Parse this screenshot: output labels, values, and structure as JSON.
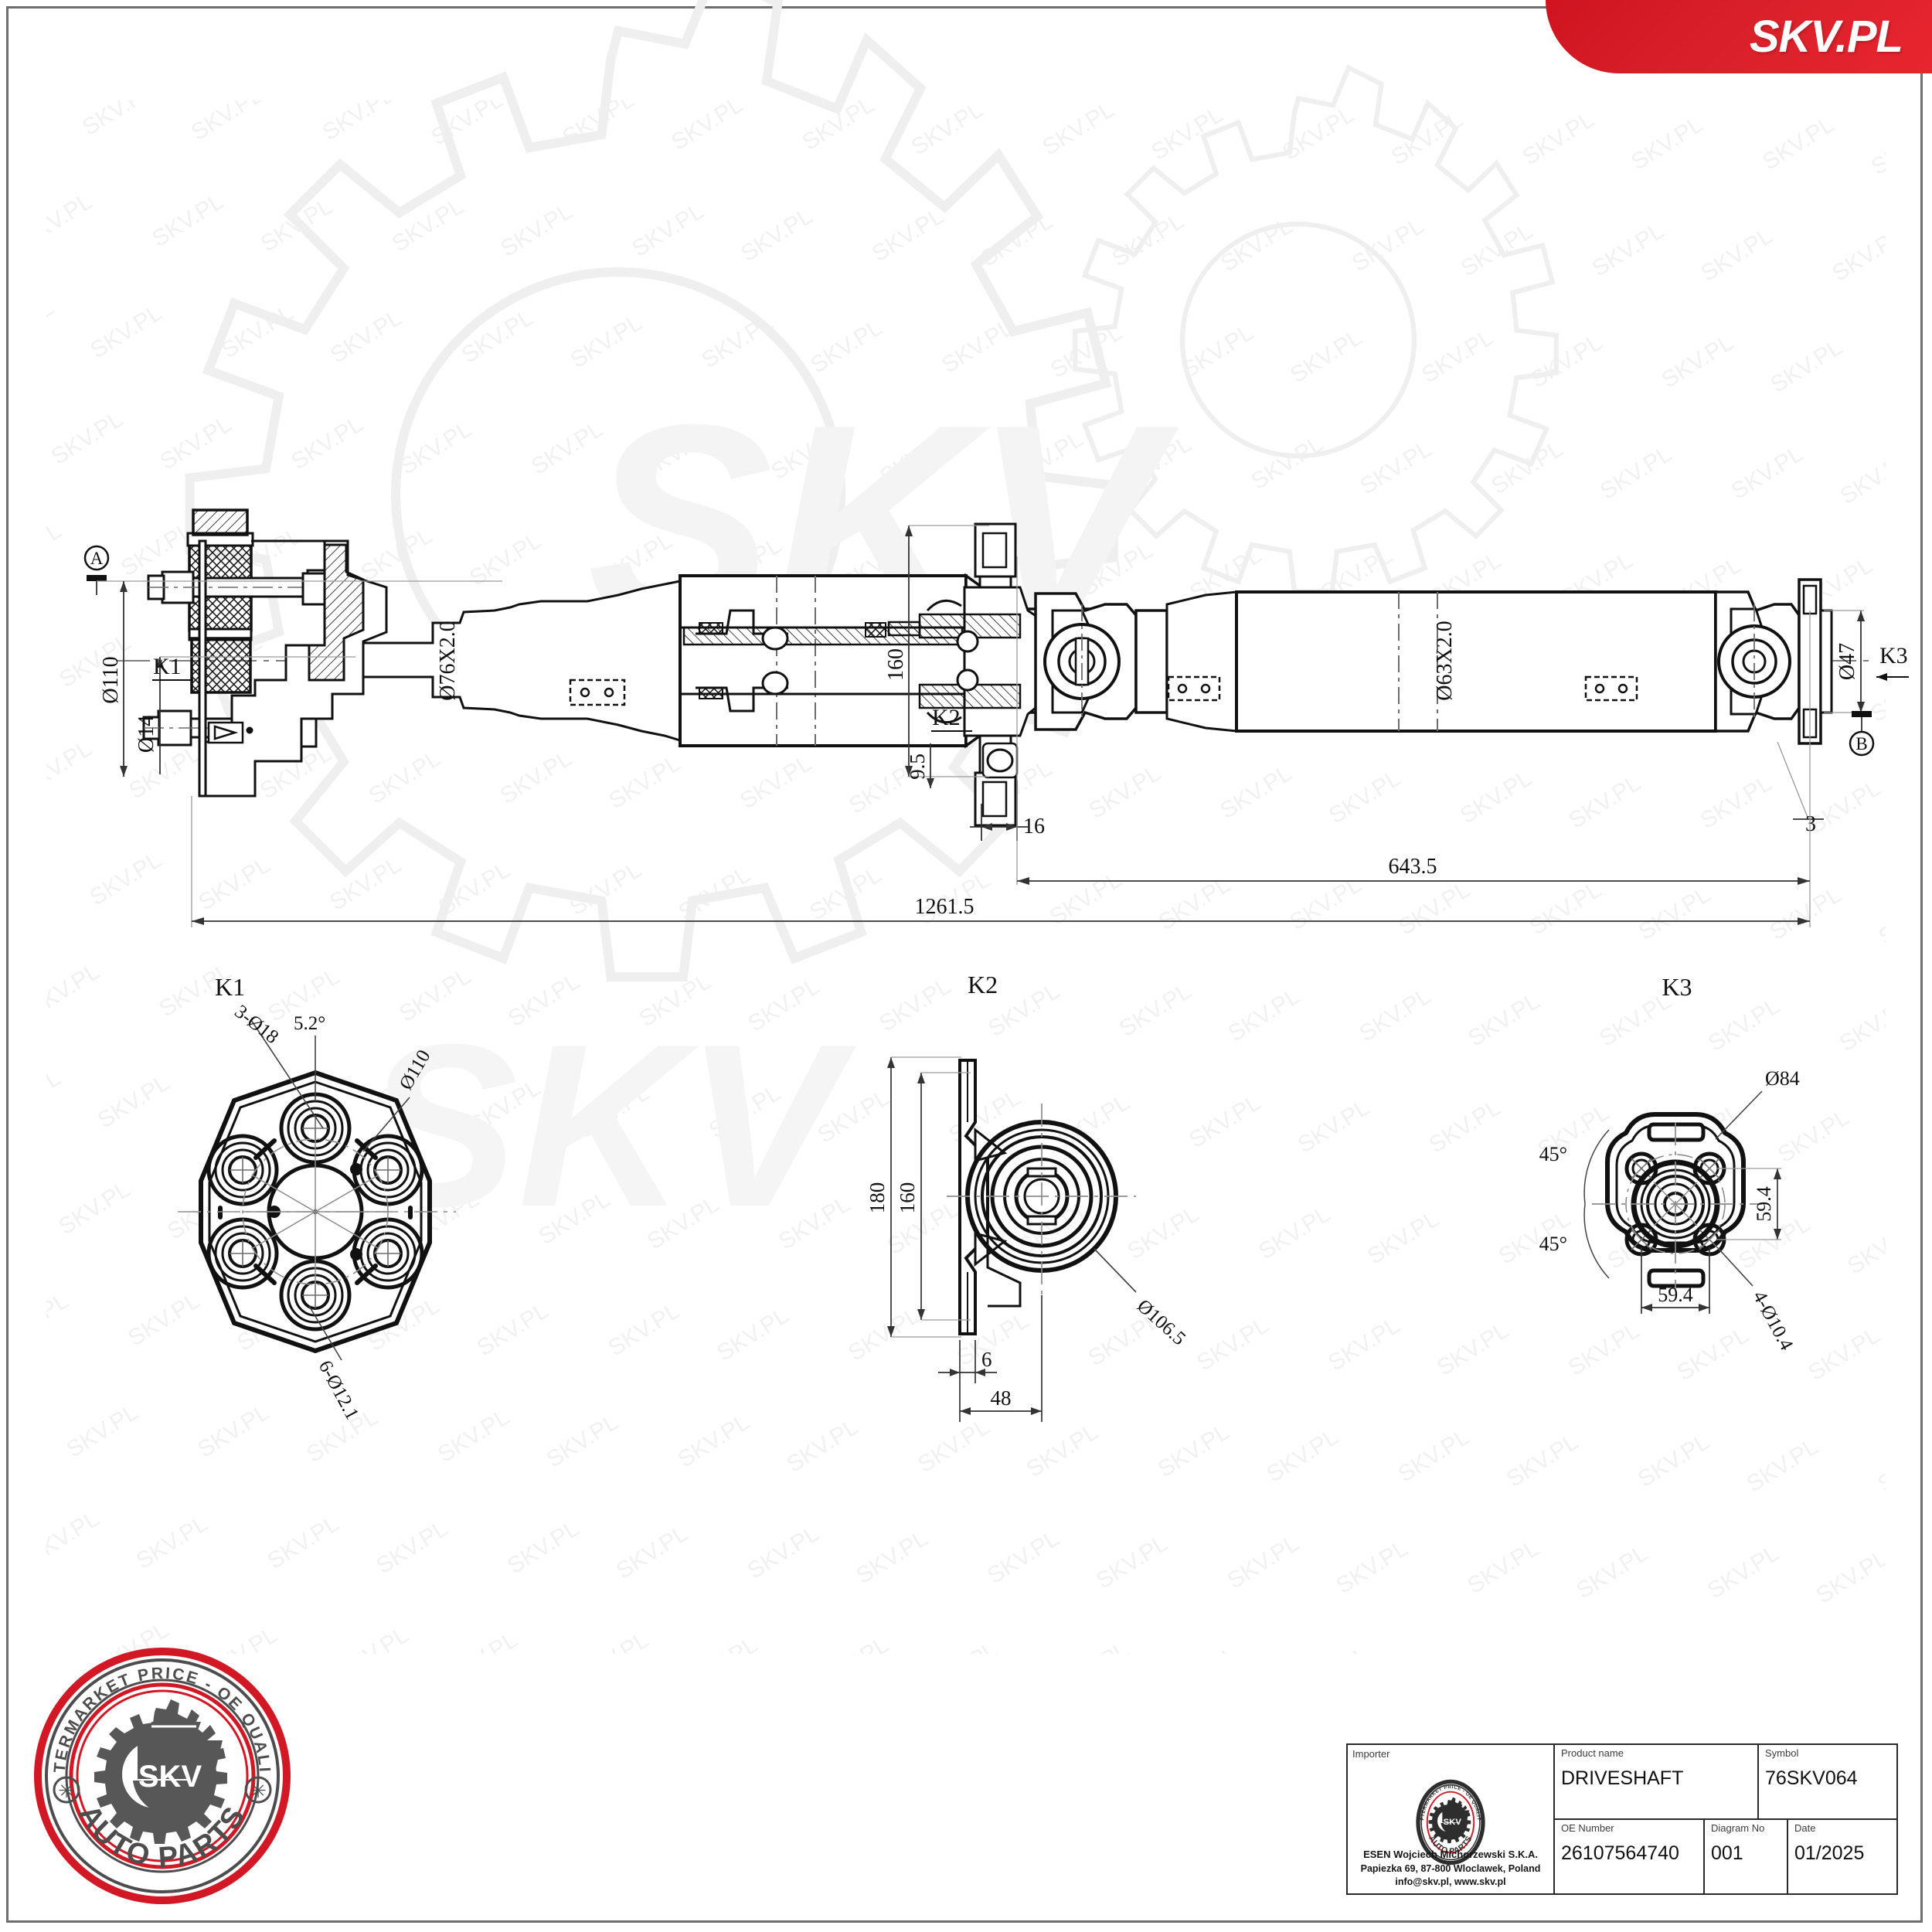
{
  "brand": {
    "banner_text": "SKV.PL",
    "banner_color": "#d21824",
    "seal_top_arc": "AFTERMARKET PRICE - OE QUALITY",
    "seal_bottom_arc": "AUTO PARTS",
    "seal_center_text": "SKV",
    "seal_ring_color": "#d21824",
    "seal_gear_color": "#575757"
  },
  "title_block": {
    "importer_label": "Importer",
    "importer_name": "ESEN Wojciech Michorzewski S.K.A.",
    "importer_address": "Papiezka 69, 87-800 Wloclawek, Poland",
    "importer_contact": "info@skv.pl, www.skv.pl",
    "product_name_label": "Product name",
    "product_name_value": "DRIVESHAFT",
    "symbol_label": "Symbol",
    "symbol_value": "76SKV064",
    "oe_number_label": "OE Number",
    "oe_number_value": "26107564740",
    "diagram_no_label": "Diagram No",
    "diagram_no_value": "001",
    "date_label": "Date",
    "date_value": "01/2025"
  },
  "main_view": {
    "datum_a": "A",
    "datum_b": "B",
    "callout_k1": "K1",
    "callout_k2": "K2",
    "callout_k3": "K3",
    "dim_flange_od": "Ø110",
    "dim_bolt_hole": "Ø14",
    "dim_front_tube": "Ø76X2.0",
    "dim_rear_tube": "Ø63X2.0",
    "dim_bearing_width": "160",
    "dim_bracket_thk": "9.5",
    "dim_bracket_slot": "16",
    "dim_rear_yoke": "Ø47",
    "dim_rear_offset": "3",
    "dim_rear_length": "643.5",
    "dim_overall_length": "1261.5"
  },
  "detail_k1": {
    "title": "K1",
    "dim_holes_3": "3-Ø18",
    "dim_angle": "5.2°",
    "dim_pcd": "Ø110",
    "dim_holes_6": "6-Ø12.1"
  },
  "detail_k2": {
    "title": "K2",
    "dim_outer_height": "180",
    "dim_bolt_centres": "160",
    "dim_bearing_od": "Ø106.5",
    "dim_plate_thk": "6",
    "dim_depth": "48"
  },
  "detail_k3": {
    "title": "K3",
    "dim_flange_od": "Ø84",
    "dim_angle_top": "45°",
    "dim_angle_bottom": "45°",
    "dim_height": "59.4",
    "dim_width": "59.4",
    "dim_holes": "4-Ø10.4"
  },
  "watermark": {
    "text": "SKV.PL",
    "color": "#f2f2f2"
  }
}
